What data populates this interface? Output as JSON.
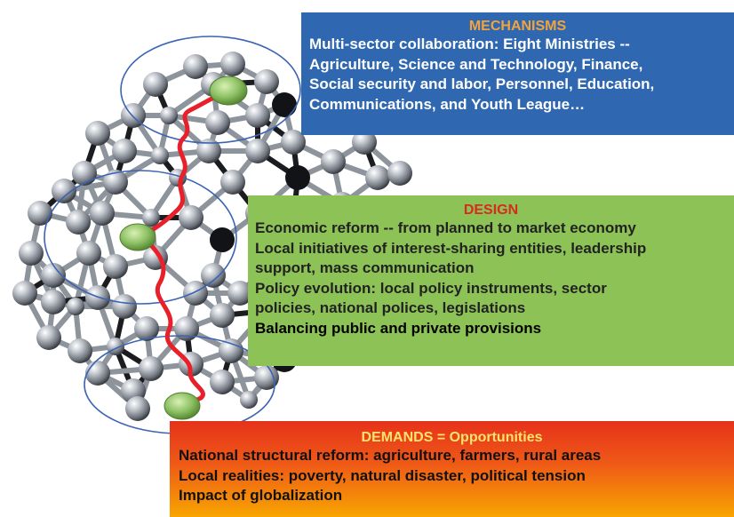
{
  "mechanisms": {
    "title": "MECHANISMS",
    "lines": [
      "Multi-sector collaboration: Eight Ministries --",
      "Agriculture, Science and Technology, Finance,",
      "Social security and labor, Personnel, Education,",
      "Communications, and Youth League…"
    ]
  },
  "design": {
    "title": "DESIGN",
    "lines": [
      "Economic reform -- from planned to market economy",
      "Local initiatives of interest-sharing entities, leadership",
      "support, mass communication",
      "Policy evolution: local policy instruments, sector",
      "policies, national polices, legislations",
      "Balancing public and private provisions"
    ]
  },
  "demands": {
    "title": "DEMANDS = Opportunities",
    "lines": [
      "National structural reform: agriculture, farmers, rural areas",
      "Local realities: poverty, natural disaster, political tension",
      "Impact of globalization"
    ]
  },
  "colors": {
    "mechanisms_bg": "#2f68b0",
    "design_bg": "#8dc356",
    "demands_bg": "#e6321b",
    "path": "#e8202a",
    "node": "#8cc063",
    "ring": "#3b64b3"
  }
}
